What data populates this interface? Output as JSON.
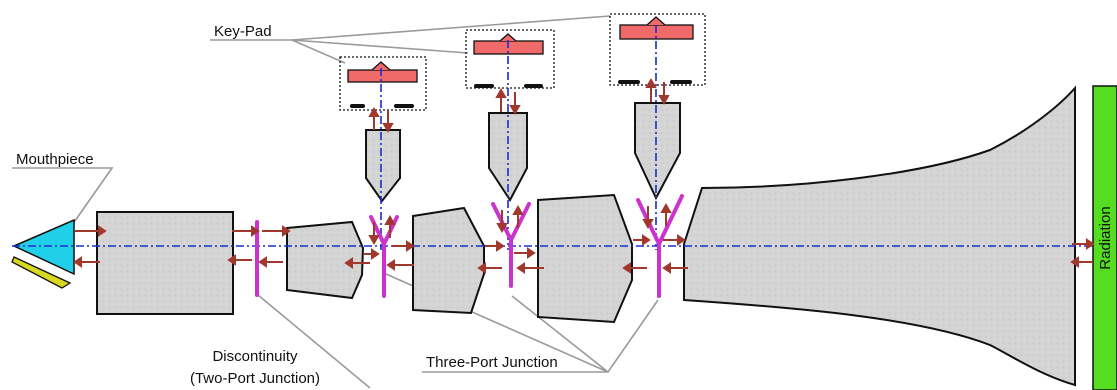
{
  "labels": {
    "key_pad": "Key-Pad",
    "mouthpiece": "Mouthpiece",
    "discontinuity_line1": "Discontinuity",
    "discontinuity_line2": "(Two-Port Junction)",
    "three_port_junction": "Three-Port Junction",
    "radiation": "Radiation"
  },
  "colors": {
    "tube_fill": "#d6d6d6",
    "outline": "#111111",
    "axis": "#1a2bd6",
    "arrow": "#a0382e",
    "junction": "#cc33cc",
    "keypad_pad": "#f06a6a",
    "mouthpiece": "#20d0e8",
    "reed": "#d8d820",
    "radiation": "#55dd22",
    "leader": "#9a9a9a"
  }
}
